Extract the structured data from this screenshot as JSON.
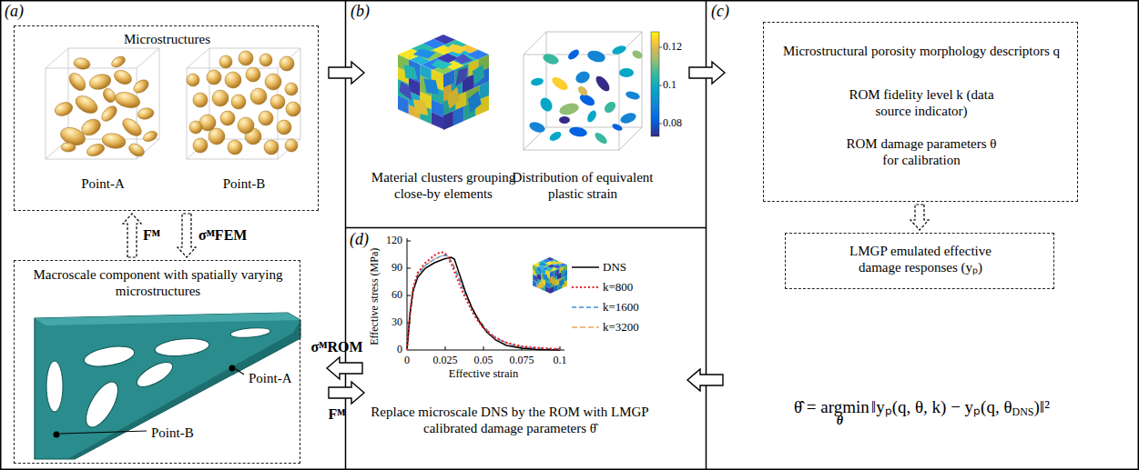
{
  "diagram": {
    "nodes": [
      {
        "text": [
          "(a)"
        ]
      },
      {
        "text": [
          "Microstructures",
          "Point-A",
          "Point-B"
        ],
        "in": 0
      },
      {
        "text": [
          "Macroscale component with spatially varying microstructures",
          "Point-A",
          "Point-B"
        ],
        "in": 0
      },
      {
        "text": [
          "(b)",
          "Material clusters grouping close-by elements",
          "Distribution of equivalent plastic strain"
        ]
      },
      {
        "text": [
          "(c)"
        ]
      },
      {
        "text": [
          "Microstructural porosity morphology descriptors q",
          "ROM fidelity level k (data source indicator)",
          "ROM damage parameters θ for calibration"
        ],
        "in": 4
      },
      {
        "text": [
          "LMGP emulated effective damage responses (yₚ)"
        ],
        "in": 4
      },
      {
        "text": [
          "(d)",
          "Replace microscale DNS by the ROM with LMGP calibrated damage parameters θ̂"
        ]
      }
    ],
    "edges": [
      {
        "from": 0,
        "to": 3,
        "arrow": "to"
      },
      {
        "from": 3,
        "to": 4,
        "arrow": "to"
      },
      {
        "from": 4,
        "to": 7,
        "arrow": "to"
      },
      {
        "from": 7,
        "to": 0,
        "label": "σᴹROM",
        "arrow": "to"
      },
      {
        "from": 0,
        "to": 7,
        "label": "Fᴹ",
        "arrow": "to"
      },
      {
        "from": 2,
        "to": 1,
        "label": "Fᴹ",
        "arrow": "to"
      },
      {
        "from": 1,
        "to": 2,
        "label": "σᴹFEM",
        "arrow": "to"
      },
      {
        "from": 5,
        "to": 6,
        "arrow": "to"
      }
    ],
    "labels": [
      "0.12",
      "0.1",
      "0.08",
      "120",
      "90",
      "60",
      "30",
      "0",
      "0",
      "0.025",
      "0.05",
      "0.075",
      "0.1",
      "Effective stress (MPa)",
      "Effective strain",
      "θ̂ = argmin",
      "θ",
      "‖yₚ(q, θ, k) − yₚ(q, θ",
      "DNS",
      ")‖²"
    ],
    "legend": [
      {
        "text": "DNS"
      },
      {
        "text": "k=800"
      },
      {
        "text": "k=1600"
      },
      {
        "text": "k=3200"
      }
    ]
  }
}
